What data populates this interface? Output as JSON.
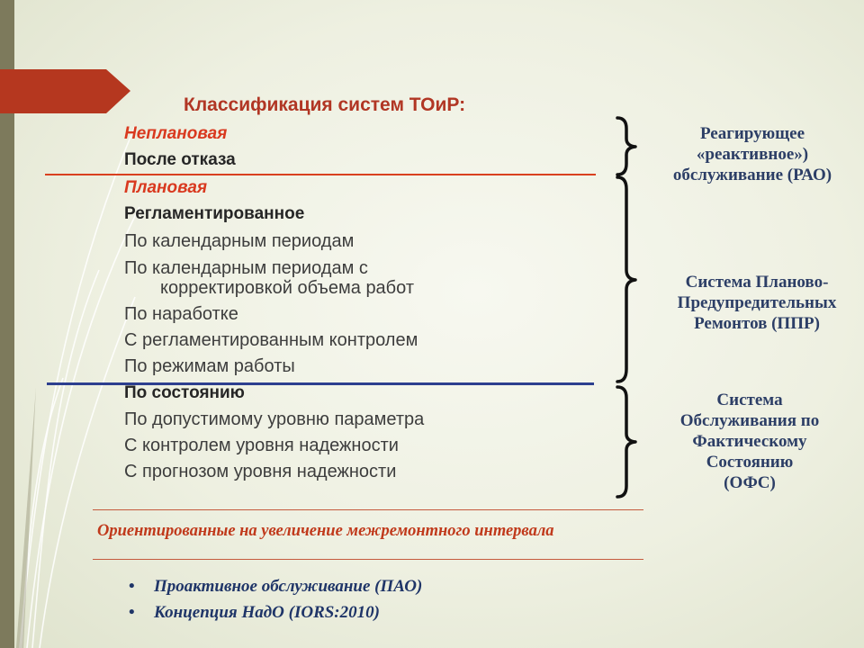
{
  "title": "Классификация систем ТОиР:",
  "list": [
    {
      "text": "Неплановая",
      "style": "head-red"
    },
    {
      "text": "После отказа",
      "style": "head-dark"
    },
    {
      "text": "Плановая",
      "style": "head-red"
    },
    {
      "text": "Регламентированное",
      "style": "head-dark"
    },
    {
      "text": "По календарным периодам",
      "style": "normal"
    },
    {
      "text": "По календарным периодам с",
      "style": "normal"
    },
    {
      "text": "корректировкой объема работ",
      "style": "cont"
    },
    {
      "text": "По наработке",
      "style": "normal"
    },
    {
      "text": "С регламентированным контролем",
      "style": "normal"
    },
    {
      "text": "По режимам работы",
      "style": "normal"
    },
    {
      "text": "По состоянию",
      "style": "head-dark"
    },
    {
      "text": "По допустимому уровню параметра",
      "style": "normal"
    },
    {
      "text": "С контролем уровня надежности",
      "style": "normal"
    },
    {
      "text": "С прогнозом уровня надежности",
      "style": "normal"
    }
  ],
  "side_labels": [
    {
      "lines": [
        "Реагирующее",
        "«реактивное»)",
        "обслуживание (РАО)"
      ]
    },
    {
      "lines": [
        "Система  Планово-",
        "Предупредительных",
        "Ремонтов (ППР)"
      ]
    },
    {
      "lines": [
        "Система",
        "Обслуживания по",
        "Фактическому",
        "Состоянию",
        "(ОФС)"
      ]
    }
  ],
  "bottom_heading": "Ориентированные на увеличение межремонтного интервала",
  "bullets": [
    {
      "symbol": "•",
      "text": "Проактивное обслуживание (ПАО)"
    },
    {
      "symbol": "•",
      "text": "Концепция НадО (IORS:2010)"
    }
  ],
  "colors": {
    "title": "#b13624",
    "red_heading": "#d9391f",
    "red_divider": "#d9401f",
    "blue_divider": "#2d3f8f",
    "side_label": "#2c3e66",
    "bullet_text": "#1f3568",
    "title_tab": "#b5371f"
  }
}
